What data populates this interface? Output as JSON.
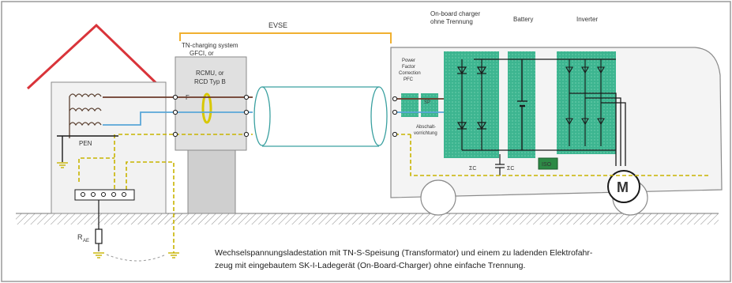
{
  "labels": {
    "evse": "EVSE",
    "tn_charging": "TN-charging system",
    "gfci": "GFCI, or",
    "rcmu_or": "RCMU, or",
    "rcd_typ_b": "RCD Typ B",
    "onboard_charger_1": "On-board charger",
    "onboard_charger_2": "ohne Trennung",
    "battery": "Battery",
    "inverter": "Inverter",
    "pfc_1": "Power",
    "pfc_2": "Factor",
    "pfc_3": "Correction",
    "pfc_4": "PFC",
    "abschalt_1": "Abschalt-",
    "abschalt_2": "vorrichtung",
    "pen": "PEN",
    "rae": "R",
    "rae_sub": "AE",
    "f_label": "F",
    "cy_label_1": "ΣC",
    "cy_label_2": "ΣC",
    "sp_box": "SP",
    "iso_box": "ISO",
    "motor": "M"
  },
  "caption": {
    "line1": "Wechselspannungsladestation mit TN-S-Speisung (Transformator) und einem zu ladenden Elektrofahr-",
    "line2": "zeug mit eingebautem SK-I-Ladegerät (On-Board-Charger) ohne einfache Trennung."
  },
  "colors": {
    "roof": "#d9343a",
    "line_brown": "#6b3a2a",
    "line_blue": "#5aa7d8",
    "line_pe": "#c8b400",
    "evse_bracket": "#f0b030",
    "green_block": "#3db590",
    "cable": "#3aa0a0"
  }
}
